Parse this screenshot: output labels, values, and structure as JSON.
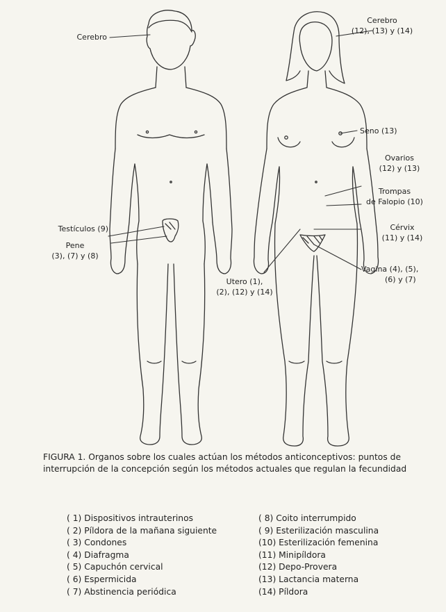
{
  "labels": {
    "male_brain": "Cerebro",
    "female_brain_line1": "Cerebro",
    "female_brain_line2": "(12), (13) y (14)",
    "breast": "Seno (13)",
    "ovaries_line1": "Ovarios",
    "ovaries_line2": "(12) y (13)",
    "tubes_line1": "Trompas",
    "tubes_line2": "de Falopio (10)",
    "cervix_line1": "Cérvix",
    "cervix_line2": "(11) y (14)",
    "testicles": "Testículos (9)",
    "penis_line1": "Pene",
    "penis_line2": "(3), (7) y (8)",
    "uterus_line1": "Utero (1),",
    "uterus_line2": "(2), (12) y (14)",
    "vagina_line1": "Vagina (4), (5),",
    "vagina_line2": "(6) y (7)"
  },
  "caption": "FIGURA 1. Organos sobre los cuales actúan los métodos anticonceptivos: puntos de interrupción de la concepción según los métodos actuales que regulan la fecundidad",
  "legend_left": [
    "( 1) Dispositivos intrauterinos",
    "( 2) Píldora de la mañana siguiente",
    "( 3) Condones",
    "( 4) Diafragma",
    "( 5) Capuchón cervical",
    "( 6) Espermicida",
    "( 7) Abstinencia periódica"
  ],
  "legend_right": [
    "( 8) Coito interrumpido",
    "( 9) Esterilización masculina",
    "(10) Esterilización femenina",
    "(11) Minipíldora",
    "(12) Depo-Provera",
    "(13) Lactancia materna",
    "(14) Píldora"
  ]
}
